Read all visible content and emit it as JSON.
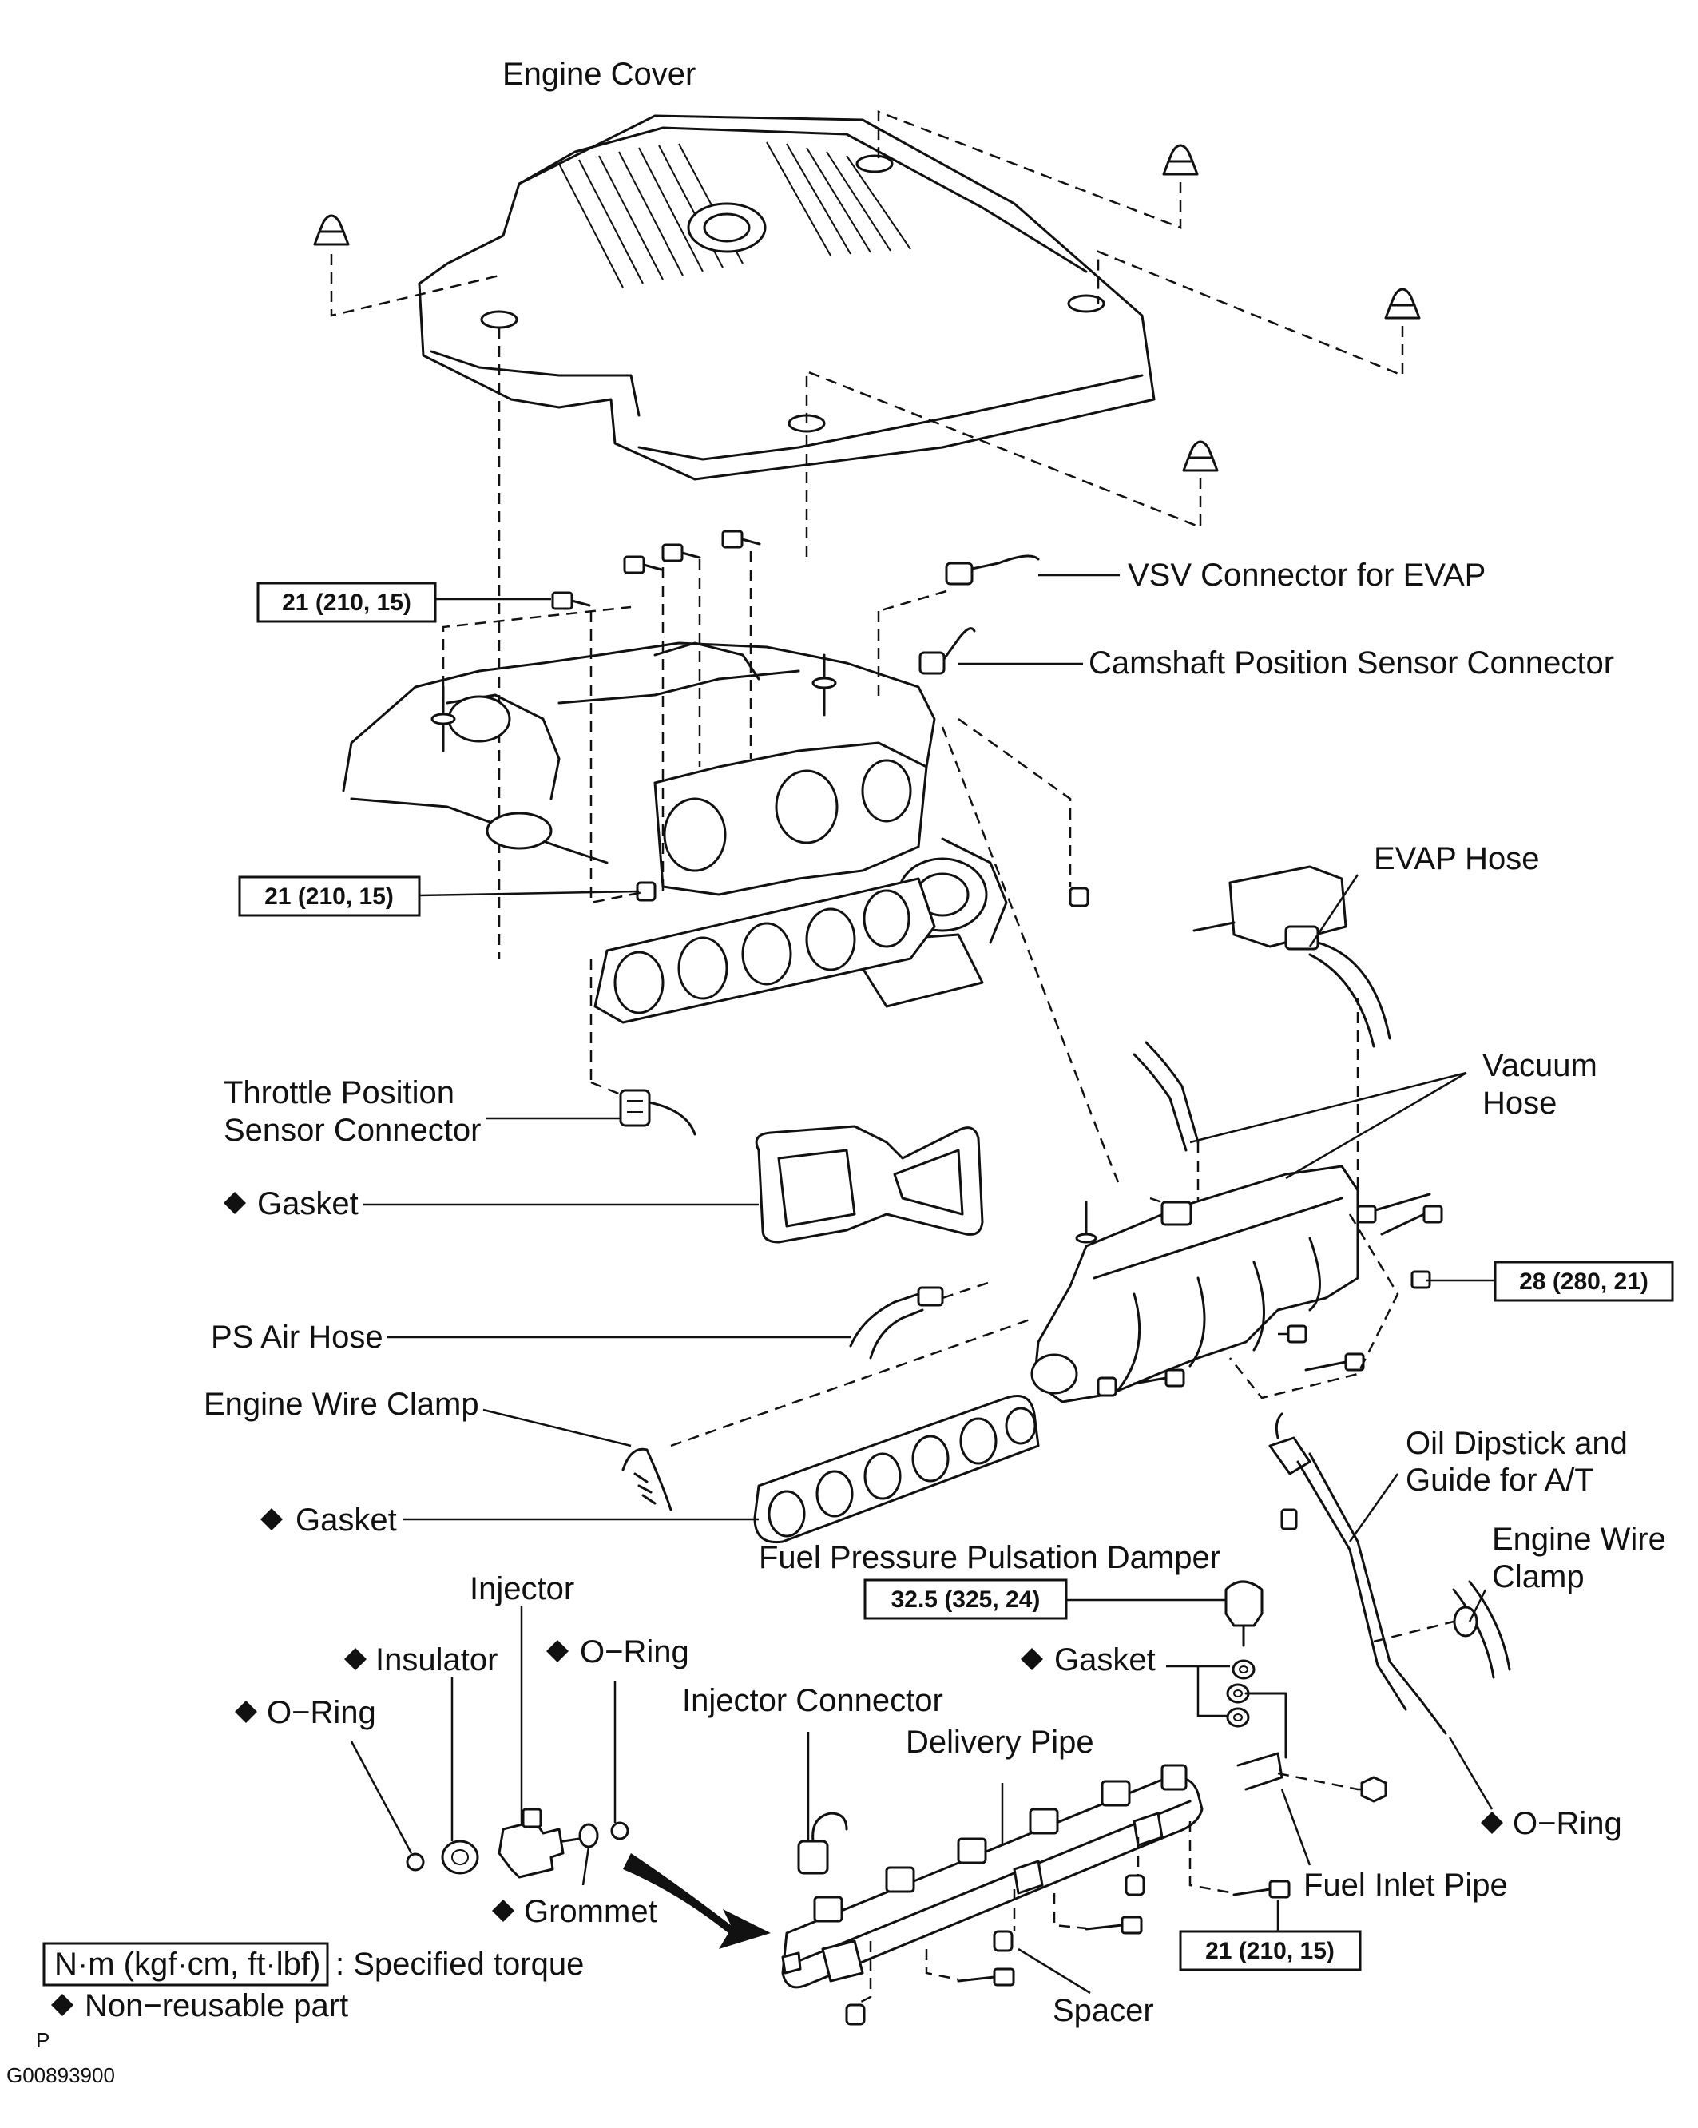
{
  "labels": {
    "engine_cover": "Engine Cover",
    "vsv_connector": "VSV Connector for EVAP",
    "camshaft_connector": "Camshaft Position Sensor Connector",
    "evap_hose": "EVAP Hose",
    "vacuum_hose_line1": "Vacuum",
    "vacuum_hose_line2": "Hose",
    "throttle_line1": "Throttle Position",
    "throttle_line2": "Sensor Connector",
    "gasket_upper": "Gasket",
    "ps_air_hose": "PS Air Hose",
    "engine_wire_clamp_left": "Engine Wire Clamp",
    "gasket_middle": "Gasket",
    "oil_dipstick_line1": "Oil Dipstick and",
    "oil_dipstick_line2": "Guide for A/T",
    "fuel_damper": "Fuel Pressure Pulsation Damper",
    "engine_wire_clamp_right_line1": "Engine Wire",
    "engine_wire_clamp_right_line2": "Clamp",
    "injector": "Injector",
    "insulator": "Insulator",
    "o_ring_upper": "O−Ring",
    "o_ring_left": "O−Ring",
    "gasket_lower": "Gasket",
    "injector_connector": "Injector Connector",
    "delivery_pipe": "Delivery Pipe",
    "o_ring_right": "O−Ring",
    "grommet": "Grommet",
    "fuel_inlet_pipe": "Fuel Inlet Pipe",
    "spacer": "Spacer"
  },
  "torques": {
    "t1": "21 (210, 15)",
    "t2": "21 (210, 15)",
    "t3": "28 (280, 21)",
    "t4": "32.5 (325, 24)",
    "t5": "21 (210, 15)"
  },
  "legend": {
    "unit_box": "N·m (kgf·cm, ft·lbf)",
    "unit_text": ": Specified torque",
    "nonreusable": "Non−reusable part",
    "marker": "P",
    "figure_id": "G00893900"
  },
  "icons": {
    "non_reusable_marker": "diamond-icon",
    "assembly_direction": "curved-arrow-icon"
  }
}
